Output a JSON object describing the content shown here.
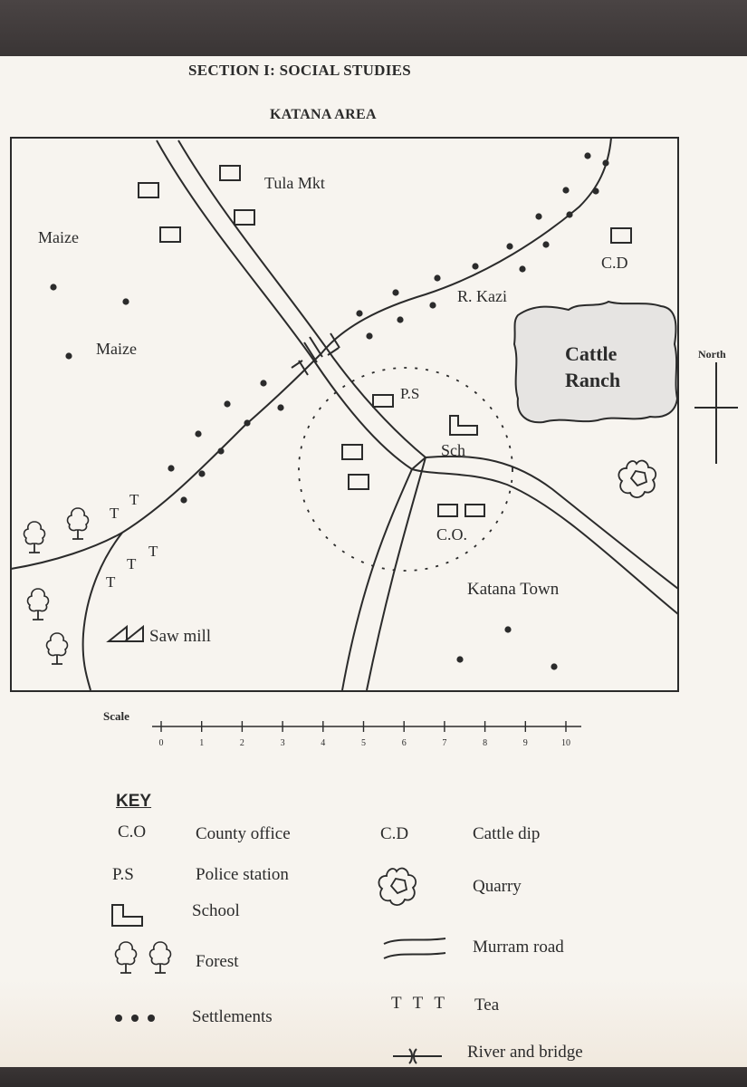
{
  "header": {
    "section_title": "SECTION I: SOCIAL STUDIES",
    "map_title": "KATANA AREA"
  },
  "map": {
    "places": {
      "tula_mkt": "Tula Mkt",
      "maize_1": "Maize",
      "maize_2": "Maize",
      "river_name": "R. Kazi",
      "cattle_dip": "C.D",
      "cattle_ranch_line1": "Cattle",
      "cattle_ranch_line2": "Ranch",
      "police_station": "P.S",
      "school": "Sch",
      "county_office": "C.O.",
      "katana_town": "Katana Town",
      "saw_mill": "Saw mill",
      "tea_symbol": "T"
    },
    "north_label": "North"
  },
  "scale": {
    "title": "Scale",
    "ticks": [
      "0",
      "1",
      "2",
      "3",
      "4",
      "5",
      "6",
      "7",
      "8",
      "9",
      "10"
    ]
  },
  "key": {
    "title": "KEY",
    "county_office": {
      "abbr": "C.O",
      "label": "County office"
    },
    "police_station": {
      "abbr": "P.S",
      "label": "Police station"
    },
    "school": {
      "label": "School"
    },
    "forest": {
      "label": "Forest"
    },
    "settlements": {
      "label": "Settlements"
    },
    "cattle_dip": {
      "abbr": "C.D",
      "label": "Cattle dip"
    },
    "quarry": {
      "label": "Quarry"
    },
    "murram_road": {
      "label": "Murram road"
    },
    "tea": {
      "symbol": "T T T",
      "label": "Tea"
    },
    "river_bridge": {
      "label": "River and bridge"
    }
  },
  "colors": {
    "ink": "#2b2b2b",
    "paper": "#f7f4ef",
    "ranch_fill": "#e6e4e2"
  }
}
